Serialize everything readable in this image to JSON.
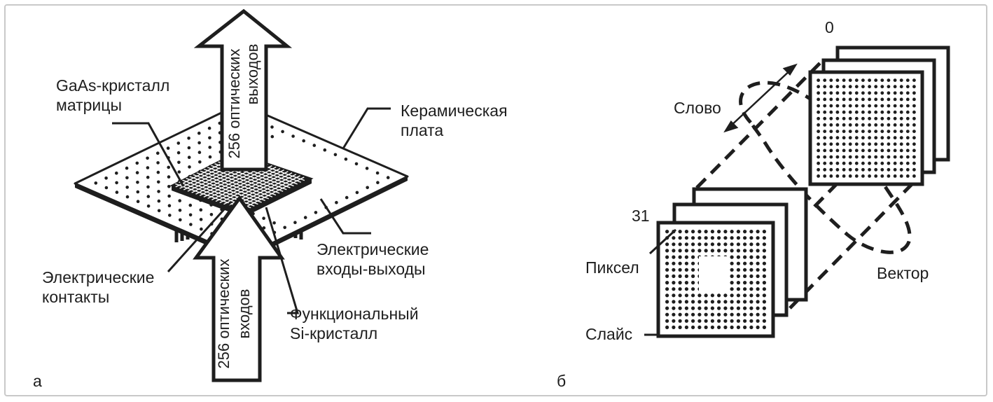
{
  "figure": {
    "panel_a": {
      "letter": "а",
      "label_gaas": [
        "GaAs-кристалл",
        "матрицы"
      ],
      "label_ceramic": [
        "Керамическая",
        "плата"
      ],
      "label_electric_io": [
        "Электрические",
        "входы-выходы"
      ],
      "label_contacts": [
        "Электрические",
        "контакты"
      ],
      "label_si": [
        "Функциональный",
        "Si-кристалл"
      ],
      "arrow_out": [
        "256 оптических",
        "выходов"
      ],
      "arrow_in": [
        "256 оптических",
        "входов"
      ]
    },
    "panel_b": {
      "letter": "б",
      "label_word": "Слово",
      "label_vector": "Вектор",
      "label_pixel": "Пиксел",
      "label_slice": "Слайс",
      "index_first": "0",
      "index_last": "31"
    },
    "colors": {
      "ink": "#1e1e1e",
      "frame": "#c9c9c9",
      "background": "#ffffff"
    }
  }
}
